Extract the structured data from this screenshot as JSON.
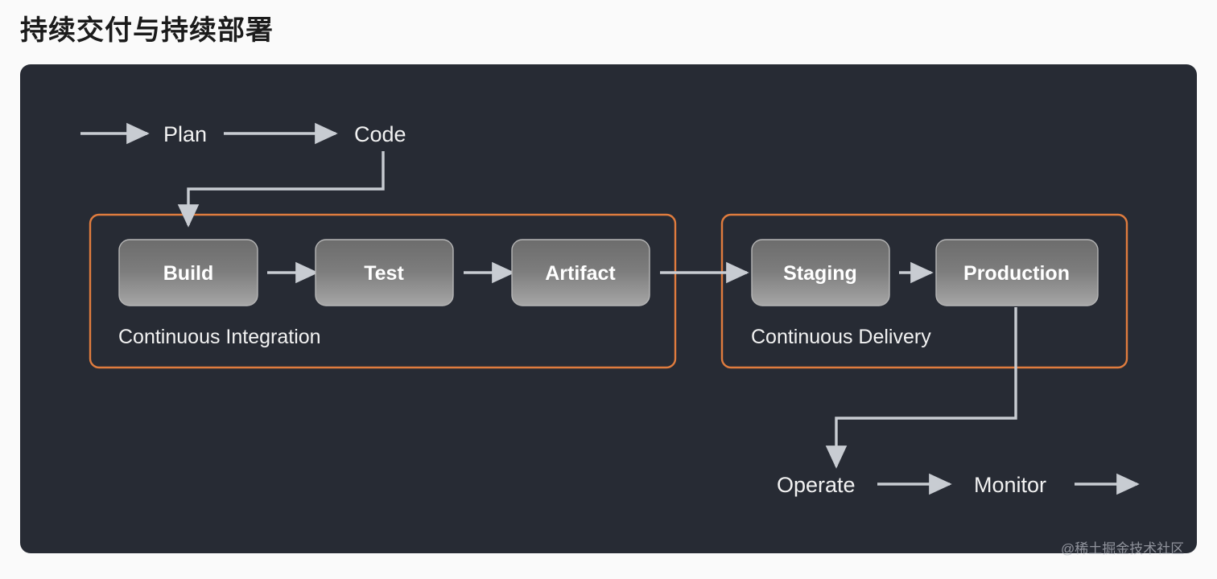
{
  "page": {
    "title": "持续交付与持续部署",
    "background_color": "#fafafa",
    "panel_color": "#272b34"
  },
  "theme": {
    "accent_orange": "#e07c3e",
    "arrow_gray": "#c8ccd2",
    "node_top": "#6e6e6e",
    "node_bottom": "#a2a2a2",
    "text_white": "#ffffff"
  },
  "diagram": {
    "top_flow": [
      {
        "id": "plan",
        "label": "Plan"
      },
      {
        "id": "code",
        "label": "Code"
      }
    ],
    "groups": [
      {
        "id": "continuous-integration",
        "label": "Continuous Integration",
        "nodes": [
          {
            "id": "build",
            "label": "Build"
          },
          {
            "id": "test",
            "label": "Test"
          },
          {
            "id": "artifact",
            "label": "Artifact"
          }
        ]
      },
      {
        "id": "continuous-delivery",
        "label": "Continuous Delivery",
        "nodes": [
          {
            "id": "staging",
            "label": "Staging"
          },
          {
            "id": "production",
            "label": "Production"
          }
        ]
      }
    ],
    "bottom_flow": [
      {
        "id": "operate",
        "label": "Operate"
      },
      {
        "id": "monitor",
        "label": "Monitor"
      }
    ]
  },
  "watermark": {
    "text": "@稀土掘金技术社区"
  }
}
